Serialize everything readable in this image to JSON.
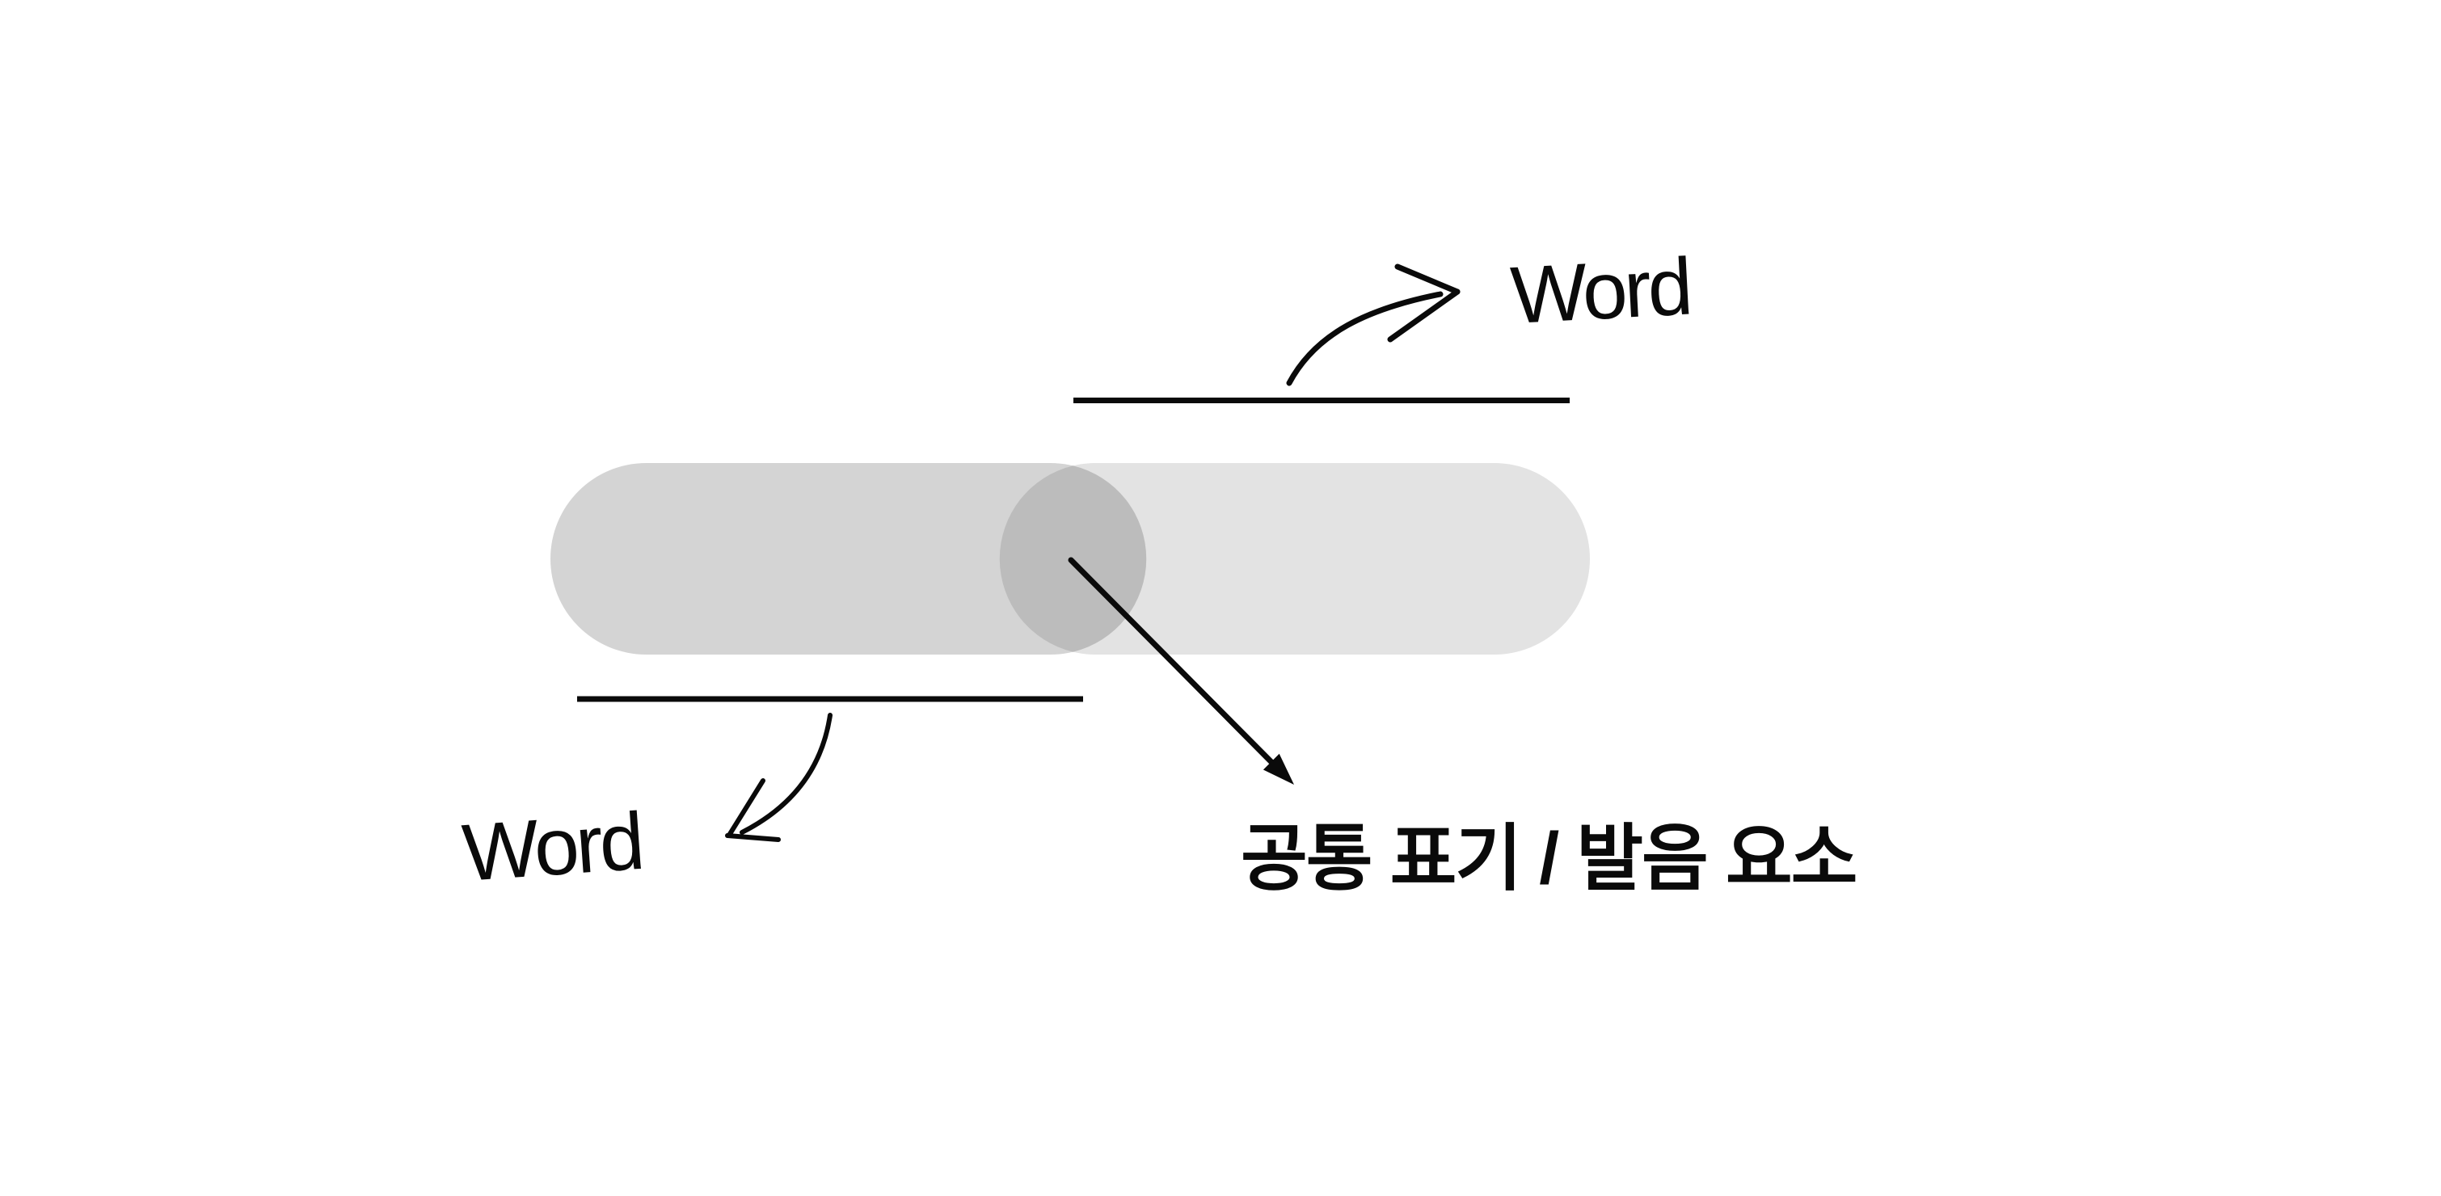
{
  "diagram": {
    "type": "venn-overlap",
    "left_pill": {
      "label": "Word",
      "color": "#d4d4d4"
    },
    "right_pill": {
      "label": "Word",
      "color": "#e3e3e3"
    },
    "overlap": {
      "label": "공통 표기 / 발음 요소",
      "color": "#bcbcbc"
    },
    "colors": {
      "ink": "#0a0a0a",
      "background": "#ffffff"
    }
  }
}
